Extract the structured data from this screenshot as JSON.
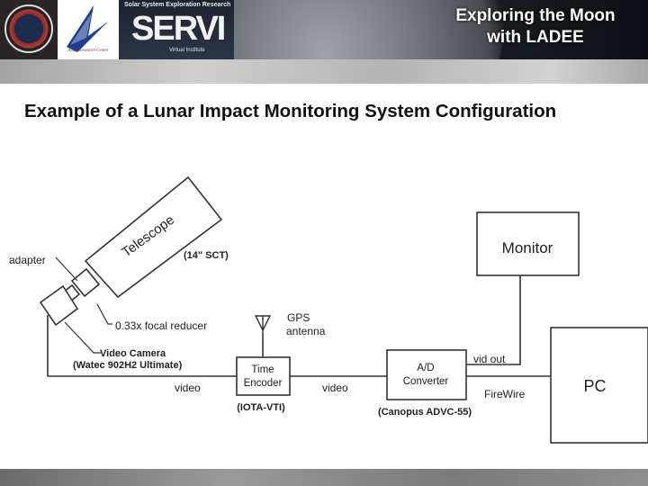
{
  "header": {
    "brand_title_line1": "Exploring the Moon",
    "brand_title_line2": "with LADEE",
    "servi_tagline": "Solar System Exploration Research",
    "servi_name": "SERVI",
    "servi_subtitle": "Virtual Institute",
    "ames_caption": "Ames Research Center"
  },
  "slide": {
    "title": "Example of a Lunar Impact Monitoring System Configuration"
  },
  "diagram": {
    "telescope": "Telescope",
    "telescope_spec": "(14\" SCT)",
    "adapter": "adapter",
    "focal_reducer": "0.33x focal reducer",
    "gps_line1": "GPS",
    "gps_line2": "antenna",
    "video_camera_line1": "Video Camera",
    "video_camera_line2": "(Watec 902H2 Ultimate)",
    "time_encoder_line1": "Time",
    "time_encoder_line2": "Encoder",
    "time_encoder_model": "(IOTA-VTI)",
    "ad_converter_line1": "A/D",
    "ad_converter_line2": "Converter",
    "ad_converter_model": "(Canopus ADVC-55)",
    "monitor": "Monitor",
    "pc": "PC",
    "video_label_1": "video",
    "video_label_2": "video",
    "vid_out": "vid out",
    "firewire": "FireWire"
  }
}
